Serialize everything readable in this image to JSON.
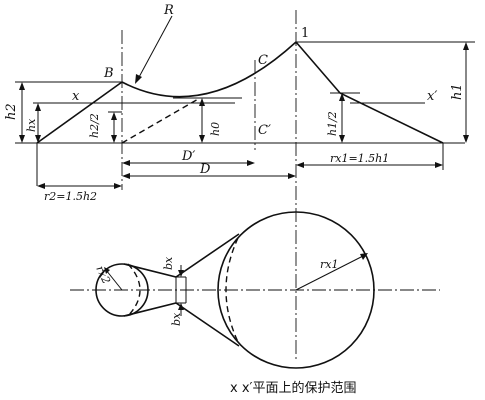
{
  "labels": {
    "R": "R",
    "B": "B",
    "C": "C",
    "C_prime": "C′",
    "one": "1",
    "x": "x",
    "x_prime": "x′",
    "h2_left": "h2",
    "hx_left": "hx",
    "h2_over_2": "h2/2",
    "h0": "h0",
    "h1_over_2": "h1/2",
    "h1": "h1",
    "D_prime": "D′",
    "D": "D",
    "r2_eq": "r2=1.5h2",
    "rx1_eq": "rx1=1.5h1",
    "rx2": "rx2",
    "bx_top": "bx",
    "bx_bottom": "bx",
    "rx1": "rx1"
  },
  "caption": "x x′平面上的保护范围"
}
